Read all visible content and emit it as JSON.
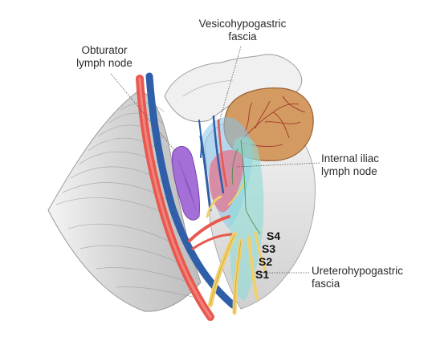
{
  "labels": {
    "vesicohypogastric": [
      "Vesicohypogastric",
      "fascia"
    ],
    "obturator": [
      "Obturator",
      "lymph node"
    ],
    "internal_iliac": [
      "Internal iliac",
      "lymph node"
    ],
    "ureterohypogastric": [
      "Ureterohypogastric",
      "fascia"
    ]
  },
  "nerves": [
    "S4",
    "S3",
    "S2",
    "S1"
  ],
  "colors": {
    "artery": "#e8584f",
    "vein": "#2f5fa8",
    "bladder": "#d39a62",
    "obturator_node": "#a46fd6",
    "internal_iliac_node": "#e07a94",
    "vesicohypogastric_fascia": "#86c4ee",
    "ureterohypogastric_fascia": "#8edcd6",
    "nerve": "#f2d06b",
    "muscle": "#cfcfcf"
  }
}
